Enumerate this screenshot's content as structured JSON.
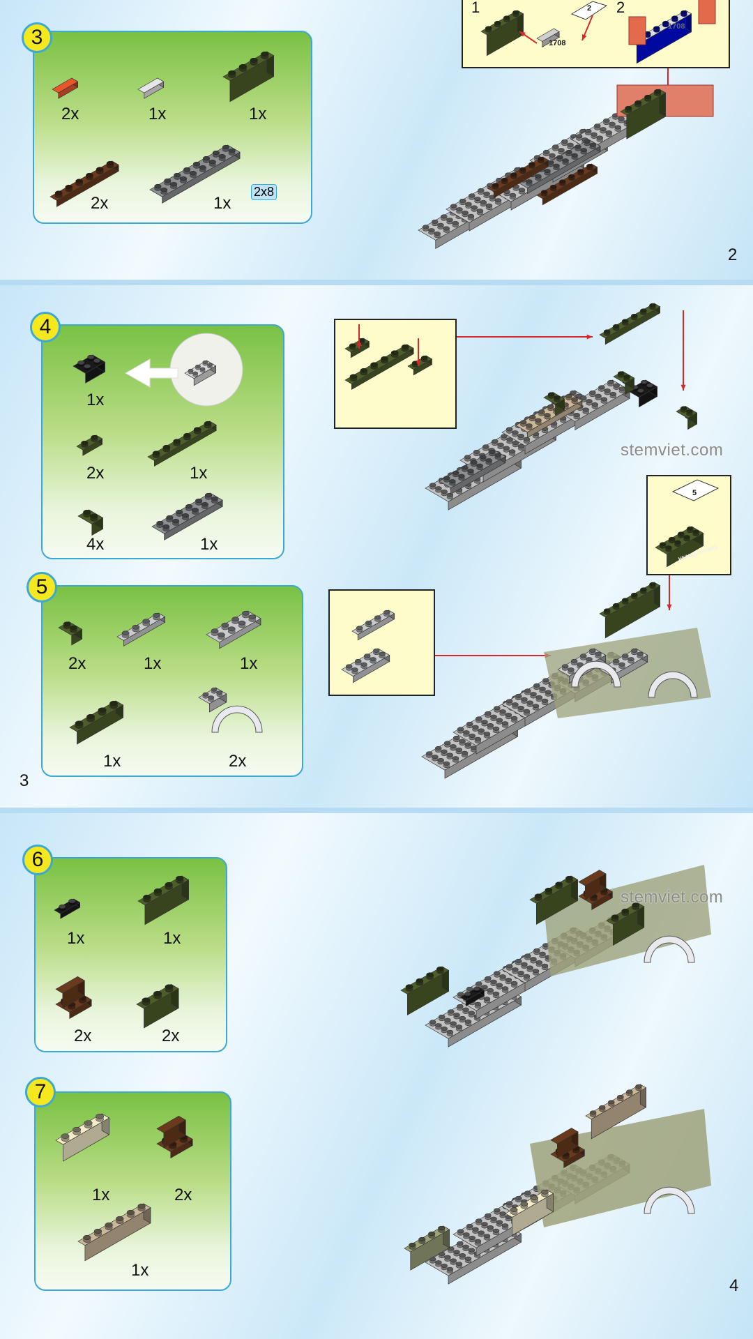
{
  "pages": [
    {
      "number": "2"
    },
    {
      "number": "3"
    },
    {
      "number": "4"
    }
  ],
  "watermark": "stemviet.com",
  "steps": [
    {
      "number": "3",
      "parts": [
        {
          "qty": "2x"
        },
        {
          "qty": "1x"
        },
        {
          "qty": "1x"
        },
        {
          "qty": "2x"
        },
        {
          "qty": "1x",
          "size": "2x8"
        }
      ]
    },
    {
      "number": "4",
      "parts": [
        {
          "qty": "1x"
        },
        {
          "qty": "2x"
        },
        {
          "qty": "1x"
        },
        {
          "qty": "4x"
        },
        {
          "qty": "1x"
        }
      ]
    },
    {
      "number": "5",
      "parts": [
        {
          "qty": "2x"
        },
        {
          "qty": "1x"
        },
        {
          "qty": "1x"
        },
        {
          "qty": "1x"
        },
        {
          "qty": "2x"
        }
      ]
    },
    {
      "number": "6",
      "parts": [
        {
          "qty": "1x"
        },
        {
          "qty": "1x"
        },
        {
          "qty": "2x"
        },
        {
          "qty": "2x"
        }
      ]
    },
    {
      "number": "7",
      "parts": [
        {
          "qty": "1x"
        },
        {
          "qty": "2x"
        },
        {
          "qty": "1x"
        }
      ]
    }
  ],
  "insets": {
    "plate_sub": {
      "sub1": "1",
      "sub2": "2",
      "sticker_num": "2",
      "plate_text": "1708",
      "plate_text_2": "1708"
    },
    "headquarters": {
      "sticker_num": "5",
      "label": "HEADQUARTERS"
    }
  },
  "colors": {
    "step_border": "#3aa8d8",
    "badge": "#f6e81e",
    "arrow": "#d9262a"
  }
}
